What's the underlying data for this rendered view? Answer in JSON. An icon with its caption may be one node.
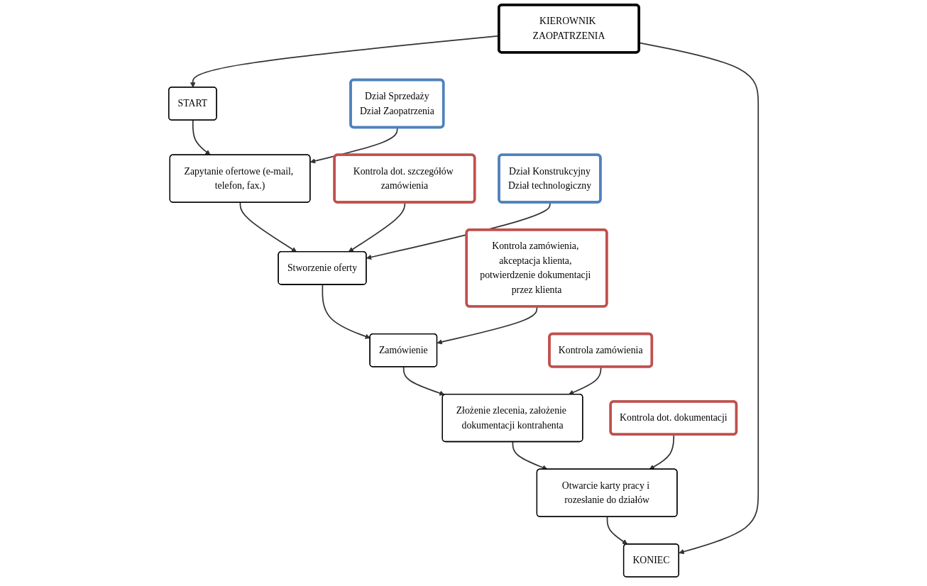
{
  "diagram": {
    "nodes": [
      {
        "text": [
          "START"
        ]
      },
      {
        "text": [
          "Zapytanie ofertowe (e-mail, telefon, fax.)"
        ]
      },
      {
        "text": [
          "Dział Sprzedaży",
          "Dział Zaopatrzenia"
        ]
      },
      {
        "text": [
          "Kontrola dot. szczegółów zamówienia"
        ]
      },
      {
        "text": [
          "Stworzenie oferty"
        ]
      },
      {
        "text": [
          "Dział Konstrukcyjny",
          "Dział technologiczny"
        ]
      },
      {
        "text": [
          "Kontrola zamówienia, akceptacja klienta, potwierdzenie dokumentacji przez klienta"
        ]
      },
      {
        "text": [
          "Zamówienie"
        ]
      },
      {
        "text": [
          "Kontrola zamówienia"
        ]
      },
      {
        "text": [
          "Złożenie zlecenia, założenie dokumentacji kontrahenta"
        ]
      },
      {
        "text": [
          "Kontrola dot. dokumentacji"
        ]
      },
      {
        "text": [
          "Otwarcie karty pracy i rozesłanie do działów"
        ]
      },
      {
        "text": [
          "KONIEC"
        ]
      },
      {
        "text": [
          "KIEROWNIK ZAOPATRZENIA"
        ]
      }
    ],
    "edges": [
      {
        "from": 0,
        "to": 1,
        "arrow": "to"
      },
      {
        "from": 1,
        "to": 4,
        "arrow": "to"
      },
      {
        "from": 4,
        "to": 7,
        "arrow": "to"
      },
      {
        "from": 7,
        "to": 9,
        "arrow": "to"
      },
      {
        "from": 9,
        "to": 11,
        "arrow": "to"
      },
      {
        "from": 11,
        "to": 12,
        "arrow": "to"
      },
      {
        "from": 2,
        "to": 1,
        "arrow": "to"
      },
      {
        "from": 3,
        "to": 4,
        "arrow": "to"
      },
      {
        "from": 5,
        "to": 4,
        "arrow": "to"
      },
      {
        "from": 6,
        "to": 7,
        "arrow": "to"
      },
      {
        "from": 8,
        "to": 9,
        "arrow": "to"
      },
      {
        "from": 10,
        "to": 11,
        "arrow": "to"
      },
      {
        "from": 13,
        "to": 0,
        "arrow": "to"
      },
      {
        "from": 13,
        "to": 12,
        "arrow": "to"
      }
    ]
  }
}
